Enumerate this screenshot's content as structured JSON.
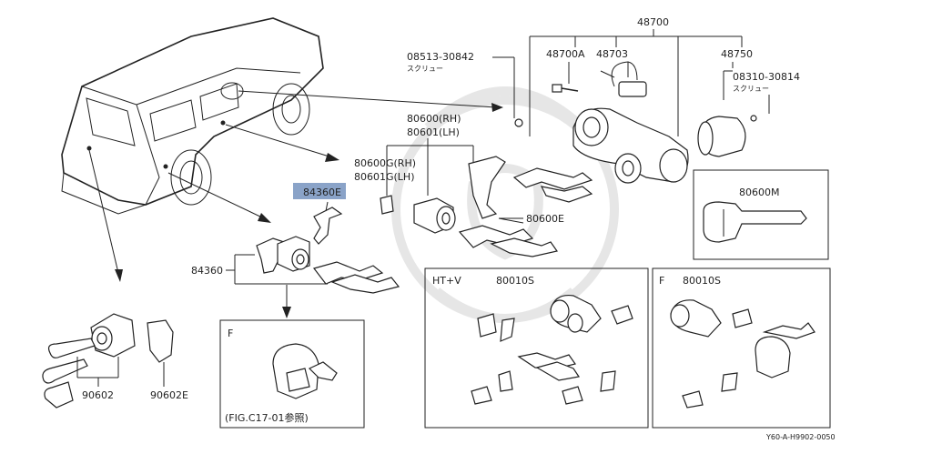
{
  "labels": {
    "p48700": "48700",
    "p48700A": "48700A",
    "p48703": "48703",
    "p48750": "48750",
    "p08513": "08513-30842",
    "screw1": "スクリュー",
    "p08310": "08310-30814",
    "screw2": "スクリュー",
    "p80600rh": "80600(RH)",
    "p80601lh": "80601(LH)",
    "p80600grh": "80600G(RH)",
    "p80601glh": "80601G(LH)",
    "p84360e": "84360E",
    "p80600e": "80600E",
    "p80600m": "80600M",
    "p84360": "84360",
    "p90602": "90602",
    "p90602e": "90602E",
    "htv": "HT+V",
    "k1": "80010S",
    "fcode2": "F",
    "k2": "80010S",
    "fcode1": "F",
    "figref": "(FIG.C17-01参照)",
    "diagram_code": "Y60-A-H9902-0050"
  },
  "colors": {
    "highlight": "#8aa3c8",
    "line": "#222222",
    "watermark": "#e6e6e6"
  }
}
